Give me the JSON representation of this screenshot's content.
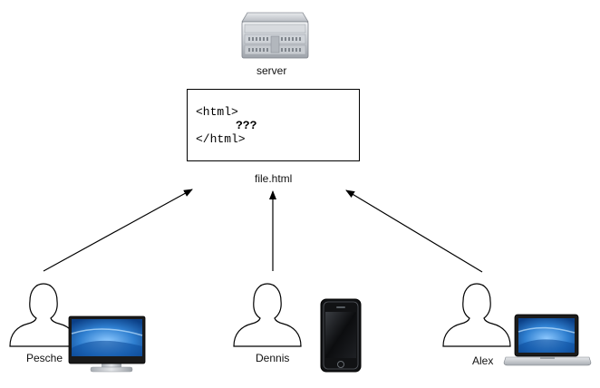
{
  "nodes": {
    "server": {
      "label": "server"
    },
    "file": {
      "label": "file.html"
    },
    "users": [
      {
        "label": "Pesche",
        "device": "desktop-monitor"
      },
      {
        "label": "Dennis",
        "device": "smartphone"
      },
      {
        "label": "Alex",
        "device": "laptop"
      }
    ]
  },
  "code": {
    "open_tag": "<html>",
    "placeholder": "???",
    "close_tag": "</html>"
  },
  "icons": {
    "server": "server-rack-icon",
    "person": "person-silhouette-icon",
    "monitor": "desktop-monitor-icon",
    "phone": "smartphone-icon",
    "laptop": "laptop-icon"
  },
  "edges": [
    {
      "from": "Pesche",
      "to": "file.html"
    },
    {
      "from": "Dennis",
      "to": "file.html"
    },
    {
      "from": "Alex",
      "to": "file.html"
    }
  ],
  "colors": {
    "line": "#000000",
    "screen_blue": "#2f7fd0",
    "server_silver": "#c8ccd0"
  }
}
